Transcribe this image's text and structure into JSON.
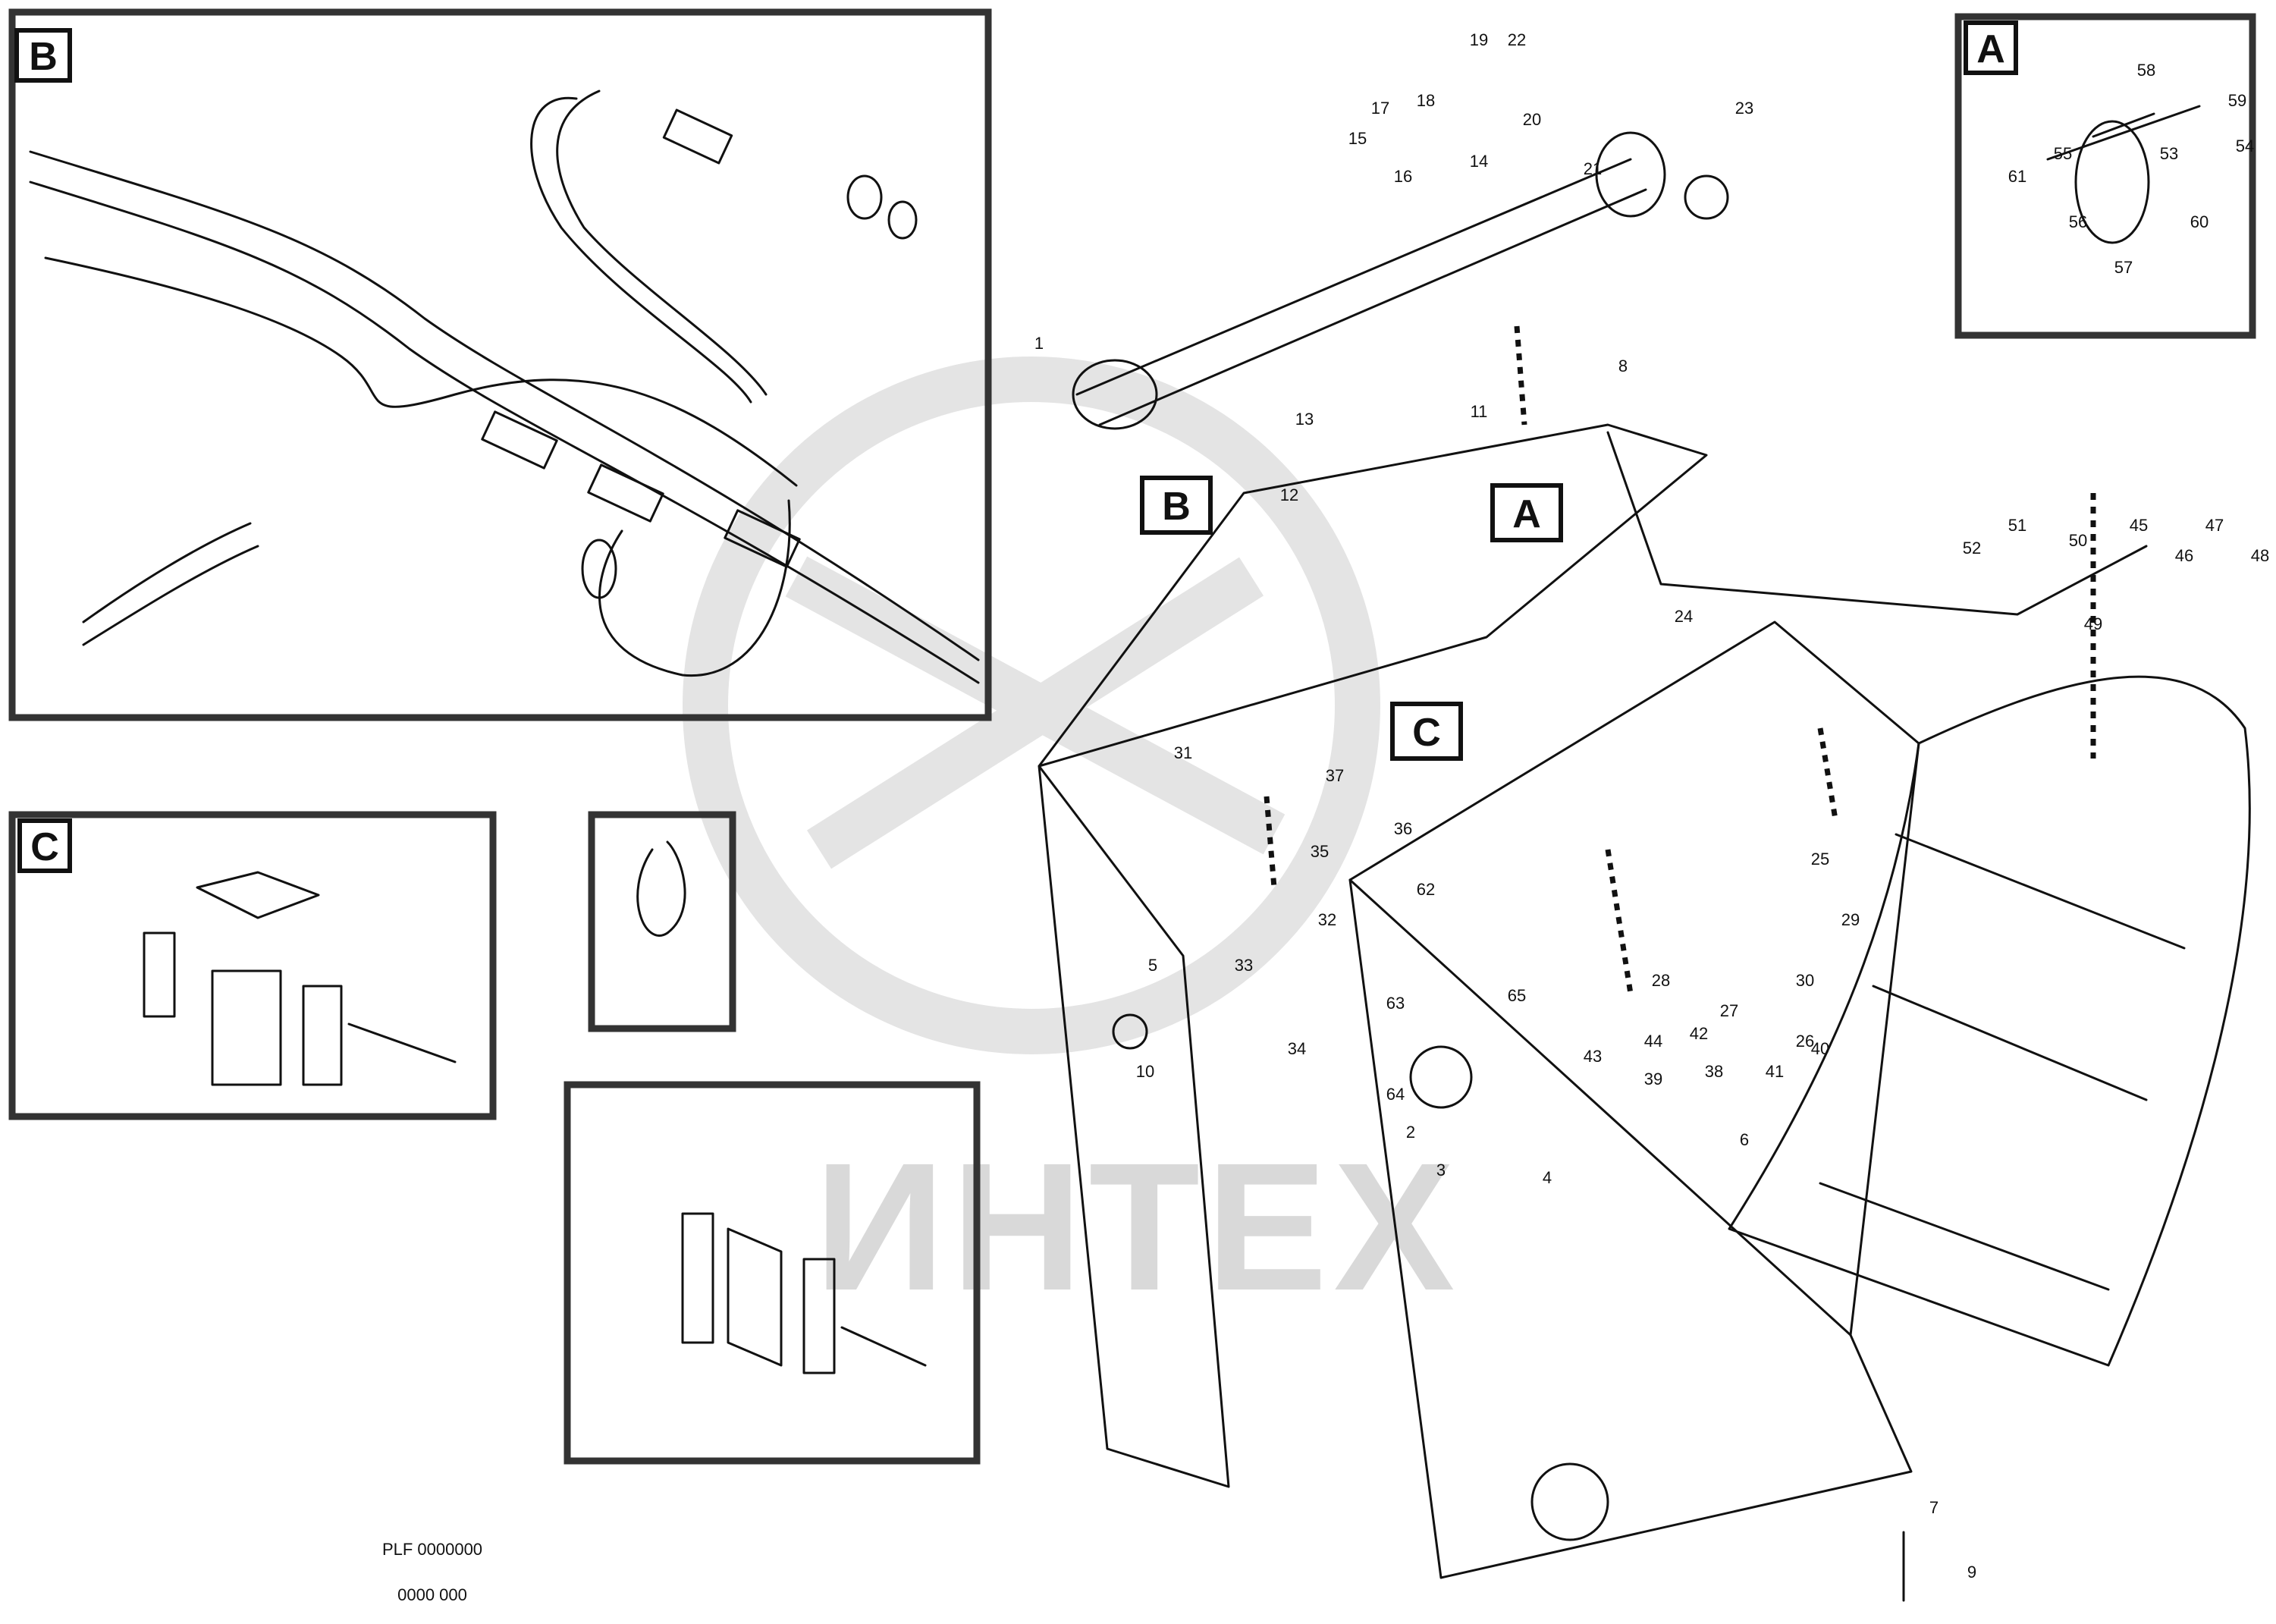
{
  "watermark": "ИНТЕХ",
  "detail_labels": {
    "A": "A",
    "B": "B",
    "C": "C"
  },
  "callout_numbers": [
    "1",
    "2",
    "3",
    "4",
    "5",
    "6",
    "7",
    "8",
    "9",
    "10",
    "11",
    "12",
    "13",
    "14",
    "15",
    "16",
    "17",
    "18",
    "19",
    "20",
    "21",
    "22",
    "23",
    "24",
    "25",
    "26",
    "27",
    "28",
    "29",
    "30",
    "31",
    "32",
    "33",
    "34",
    "35",
    "36",
    "37",
    "38",
    "39",
    "40",
    "41",
    "42",
    "43",
    "44",
    "45",
    "46",
    "47",
    "48",
    "49",
    "50",
    "51",
    "52",
    "53",
    "54",
    "55",
    "56",
    "57",
    "58",
    "59",
    "60",
    "61",
    "62",
    "63",
    "64",
    "65"
  ],
  "footer": {
    "doc_ref": "PLF 0000000",
    "sheet": "0000 000"
  },
  "colors": {
    "line": "#111111",
    "frame": "#333333",
    "watermark": "#d9d9d9"
  }
}
